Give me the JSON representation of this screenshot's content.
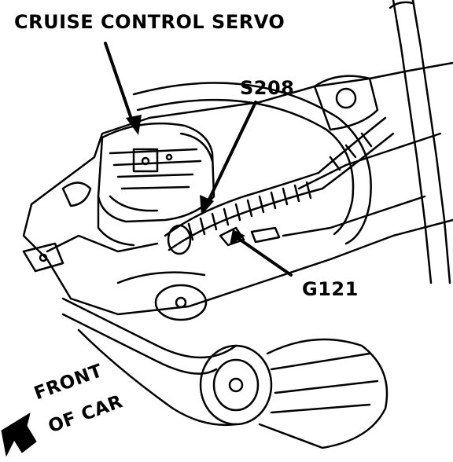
{
  "labels": {
    "servo": "CRUISE CONTROL SERVO",
    "s208": "S208",
    "g121": "G121",
    "front_line1": "FRONT",
    "front_line2": "OF CAR"
  },
  "colors": {
    "line": "#000000",
    "background": "#ffffff"
  }
}
